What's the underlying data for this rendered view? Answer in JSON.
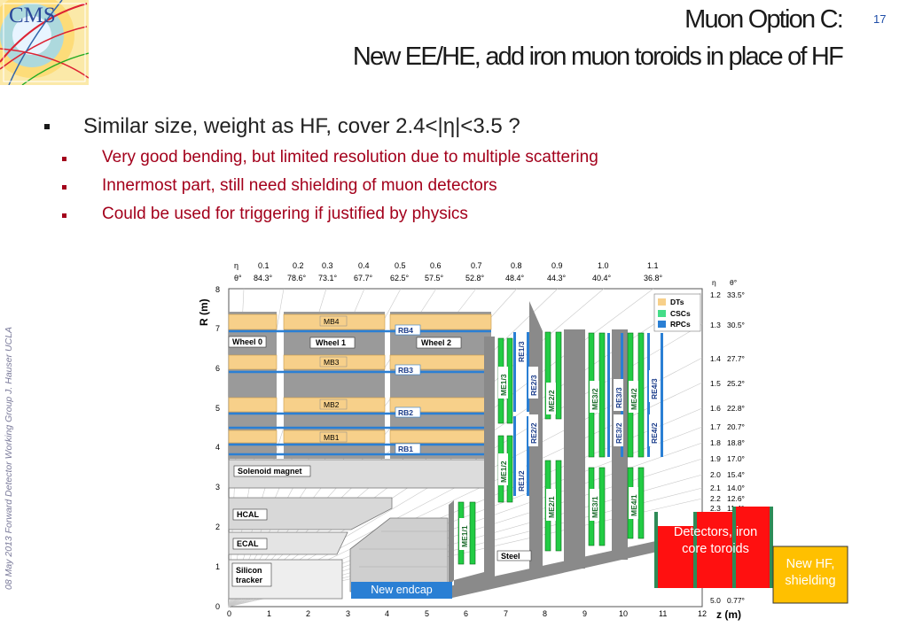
{
  "slide": {
    "title_line1": "Muon Option C:",
    "title_line2": "New EE/HE, add iron muon toroids in place of HF",
    "page_number": "17",
    "logo_text": "CMS",
    "side_text": "08 May 2013  Forward Detector Working Group      J. Hauser      UCLA"
  },
  "bullets": {
    "main": "Similar size, weight as HF, cover 2.4<|η|<3.5 ?",
    "subs": [
      "Very good bending, but limited resolution due to multiple scattering",
      "Innermost part, still need shielding of muon detectors",
      "Could be used for triggering if justified by physics"
    ]
  },
  "diagram": {
    "eta_header": "η",
    "theta_header": "θ°",
    "eta_top": [
      "0.1",
      "0.2",
      "0.3",
      "0.4",
      "0.5",
      "0.6",
      "0.7",
      "0.8",
      "0.9",
      "1.0",
      "1.1"
    ],
    "theta_top": [
      "84.3°",
      "78.6°",
      "73.1°",
      "67.7°",
      "62.5°",
      "57.5°",
      "52.8°",
      "48.4°",
      "44.3°",
      "40.4°",
      "36.8°"
    ],
    "right_scale": [
      {
        "eta": "1.2",
        "theta": "33.5°"
      },
      {
        "eta": "1.3",
        "theta": "30.5°"
      },
      {
        "eta": "1.4",
        "theta": "27.7°"
      },
      {
        "eta": "1.5",
        "theta": "25.2°"
      },
      {
        "eta": "1.6",
        "theta": "22.8°"
      },
      {
        "eta": "1.7",
        "theta": "20.7°"
      },
      {
        "eta": "1.8",
        "theta": "18.8°"
      },
      {
        "eta": "1.9",
        "theta": "17.0°"
      },
      {
        "eta": "2.0",
        "theta": "15.4°"
      },
      {
        "eta": "2.1",
        "theta": "14.0°"
      },
      {
        "eta": "2.2",
        "theta": "12.6°"
      },
      {
        "eta": "2.3",
        "theta": "11.4°"
      },
      {
        "eta": "5.0",
        "theta": "0.77°"
      }
    ],
    "y_axis_label": "R (m)",
    "x_axis_label": "z (m)",
    "y_ticks": [
      "0",
      "1",
      "2",
      "3",
      "4",
      "5",
      "6",
      "7",
      "8"
    ],
    "x_ticks": [
      "0",
      "1",
      "2",
      "3",
      "4",
      "5",
      "6",
      "7",
      "8",
      "9",
      "10",
      "11",
      "12"
    ],
    "legend": [
      {
        "label": "DTs",
        "color": "#f7d08a"
      },
      {
        "label": "CSCs",
        "color": "#44dd88"
      },
      {
        "label": "RPCs",
        "color": "#2a7fd4"
      }
    ],
    "wheels": [
      "Wheel 0",
      "Wheel 1",
      "Wheel 2"
    ],
    "mb": [
      "MB4",
      "MB3",
      "MB2",
      "MB1"
    ],
    "rb": [
      "RB4",
      "RB3",
      "RB2",
      "RB1"
    ],
    "me": [
      "ME1/3",
      "ME1/2",
      "ME1/1",
      "ME2/2",
      "ME2/1",
      "ME3/2",
      "ME3/1",
      "ME4/2",
      "ME4/1"
    ],
    "re": [
      "RE1/3",
      "RE1/2",
      "RE2/3",
      "RE2/2",
      "RE3/3",
      "RE3/2",
      "RE4/3",
      "RE4/2"
    ],
    "labels": {
      "solenoid": "Solenoid magnet",
      "hcal": "HCAL",
      "ecal": "ECAL",
      "tracker1": "Silicon",
      "tracker2": "tracker",
      "steel": "Steel"
    },
    "endcap_label": "New endcap",
    "toroid_label": "Detectors, iron core toroids",
    "hf_label": "New HF, shielding"
  }
}
